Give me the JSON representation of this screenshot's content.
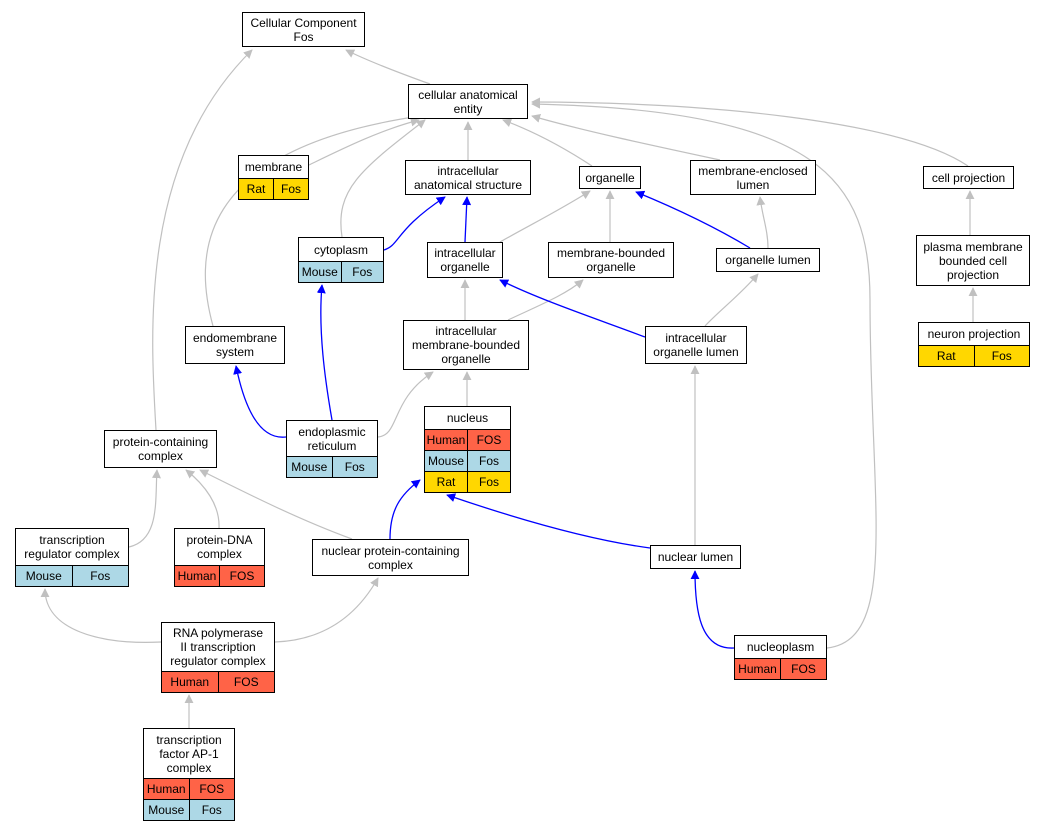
{
  "colors": {
    "is_a_edge": "#c0c0c0",
    "part_of_edge": "#0000ff",
    "human": "#ff6347",
    "mouse": "#add8e6",
    "rat": "#ffd700"
  },
  "nodes": [
    {
      "id": "cc-fos",
      "lines": [
        "Cellular Component",
        "Fos"
      ]
    },
    {
      "id": "cellular-anatomical-entity",
      "lines": [
        "cellular anatomical",
        "entity"
      ]
    },
    {
      "id": "membrane",
      "lines": [
        "membrane"
      ],
      "annotations": [
        [
          "Rat",
          "Fos"
        ]
      ]
    },
    {
      "id": "intracellular-anatomical-structure",
      "lines": [
        "intracellular",
        "anatomical structure"
      ]
    },
    {
      "id": "organelle",
      "lines": [
        "organelle"
      ]
    },
    {
      "id": "membrane-enclosed-lumen",
      "lines": [
        "membrane-enclosed",
        "lumen"
      ]
    },
    {
      "id": "cell-projection",
      "lines": [
        "cell projection"
      ]
    },
    {
      "id": "cytoplasm",
      "lines": [
        "cytoplasm"
      ],
      "annotations": [
        [
          "Mouse",
          "Fos"
        ]
      ]
    },
    {
      "id": "intracellular-organelle",
      "lines": [
        "intracellular",
        "organelle"
      ]
    },
    {
      "id": "membrane-bounded-organelle",
      "lines": [
        "membrane-bounded",
        "organelle"
      ]
    },
    {
      "id": "organelle-lumen",
      "lines": [
        "organelle lumen"
      ]
    },
    {
      "id": "plasma-membrane-bounded-cell-projection",
      "lines": [
        "plasma membrane",
        "bounded cell",
        "projection"
      ]
    },
    {
      "id": "endomembrane-system",
      "lines": [
        "endomembrane",
        "system"
      ]
    },
    {
      "id": "intracellular-membrane-bounded-organelle",
      "lines": [
        "intracellular",
        "membrane-bounded",
        "organelle"
      ]
    },
    {
      "id": "intracellular-organelle-lumen",
      "lines": [
        "intracellular",
        "organelle lumen"
      ]
    },
    {
      "id": "neuron-projection",
      "lines": [
        "neuron projection"
      ],
      "annotations": [
        [
          "Rat",
          "Fos"
        ]
      ]
    },
    {
      "id": "nucleus",
      "lines": [
        "nucleus"
      ],
      "annotations": [
        [
          "Human",
          "FOS"
        ],
        [
          "Mouse",
          "Fos"
        ],
        [
          "Rat",
          "Fos"
        ]
      ]
    },
    {
      "id": "endoplasmic-reticulum",
      "lines": [
        "endoplasmic",
        "reticulum"
      ],
      "annotations": [
        [
          "Mouse",
          "Fos"
        ]
      ]
    },
    {
      "id": "protein-containing-complex",
      "lines": [
        "protein-containing",
        "complex"
      ]
    },
    {
      "id": "transcription-regulator-complex",
      "lines": [
        "transcription",
        "regulator complex"
      ],
      "annotations": [
        [
          "Mouse",
          "Fos"
        ]
      ]
    },
    {
      "id": "protein-dna-complex",
      "lines": [
        "protein-DNA",
        "complex"
      ],
      "annotations": [
        [
          "Human",
          "FOS"
        ]
      ]
    },
    {
      "id": "nuclear-protein-containing-complex",
      "lines": [
        "nuclear protein-containing",
        "complex"
      ]
    },
    {
      "id": "nuclear-lumen",
      "lines": [
        "nuclear lumen"
      ]
    },
    {
      "id": "rna-polymerase-ii-transcription-regulator-complex",
      "lines": [
        "RNA polymerase",
        "II transcription",
        "regulator complex"
      ],
      "annotations": [
        [
          "Human",
          "FOS"
        ]
      ]
    },
    {
      "id": "nucleoplasm",
      "lines": [
        "nucleoplasm"
      ],
      "annotations": [
        [
          "Human",
          "FOS"
        ]
      ]
    },
    {
      "id": "transcription-factor-ap-1-complex",
      "lines": [
        "transcription",
        "factor AP-1",
        "complex"
      ],
      "annotations": [
        [
          "Human",
          "FOS"
        ],
        [
          "Mouse",
          "Fos"
        ]
      ]
    }
  ],
  "edges": [
    {
      "from": "cellular-anatomical-entity",
      "to": "cc-fos",
      "type": "is_a"
    },
    {
      "from": "protein-containing-complex",
      "to": "cc-fos",
      "type": "is_a"
    },
    {
      "from": "membrane",
      "to": "cellular-anatomical-entity",
      "type": "is_a"
    },
    {
      "from": "intracellular-anatomical-structure",
      "to": "cellular-anatomical-entity",
      "type": "is_a"
    },
    {
      "from": "organelle",
      "to": "cellular-anatomical-entity",
      "type": "is_a"
    },
    {
      "from": "membrane-enclosed-lumen",
      "to": "cellular-anatomical-entity",
      "type": "is_a"
    },
    {
      "from": "cell-projection",
      "to": "cellular-anatomical-entity",
      "type": "is_a"
    },
    {
      "from": "cytoplasm",
      "to": "cellular-anatomical-entity",
      "type": "is_a"
    },
    {
      "from": "endomembrane-system",
      "to": "cellular-anatomical-entity",
      "type": "is_a"
    },
    {
      "from": "nucleoplasm",
      "to": "cellular-anatomical-entity",
      "type": "is_a"
    },
    {
      "from": "cytoplasm",
      "to": "intracellular-anatomical-structure",
      "type": "part_of"
    },
    {
      "from": "intracellular-organelle",
      "to": "intracellular-anatomical-structure",
      "type": "part_of"
    },
    {
      "from": "intracellular-organelle",
      "to": "organelle",
      "type": "is_a"
    },
    {
      "from": "membrane-bounded-organelle",
      "to": "organelle",
      "type": "is_a"
    },
    {
      "from": "organelle-lumen",
      "to": "organelle",
      "type": "part_of"
    },
    {
      "from": "organelle-lumen",
      "to": "membrane-enclosed-lumen",
      "type": "is_a"
    },
    {
      "from": "plasma-membrane-bounded-cell-projection",
      "to": "cell-projection",
      "type": "is_a"
    },
    {
      "from": "neuron-projection",
      "to": "plasma-membrane-bounded-cell-projection",
      "type": "is_a"
    },
    {
      "from": "intracellular-membrane-bounded-organelle",
      "to": "intracellular-organelle",
      "type": "is_a"
    },
    {
      "from": "intracellular-membrane-bounded-organelle",
      "to": "membrane-bounded-organelle",
      "type": "is_a"
    },
    {
      "from": "intracellular-organelle-lumen",
      "to": "intracellular-organelle",
      "type": "part_of"
    },
    {
      "from": "intracellular-organelle-lumen",
      "to": "organelle-lumen",
      "type": "is_a"
    },
    {
      "from": "endoplasmic-reticulum",
      "to": "cytoplasm",
      "type": "part_of"
    },
    {
      "from": "endoplasmic-reticulum",
      "to": "endomembrane-system",
      "type": "part_of"
    },
    {
      "from": "endoplasmic-reticulum",
      "to": "intracellular-membrane-bounded-organelle",
      "type": "is_a"
    },
    {
      "from": "nucleus",
      "to": "intracellular-membrane-bounded-organelle",
      "type": "is_a"
    },
    {
      "from": "nuclear-lumen",
      "to": "intracellular-organelle-lumen",
      "type": "is_a"
    },
    {
      "from": "nuclear-protein-containing-complex",
      "to": "nucleus",
      "type": "part_of"
    },
    {
      "from": "nuclear-lumen",
      "to": "nucleus",
      "type": "part_of"
    },
    {
      "from": "transcription-regulator-complex",
      "to": "protein-containing-complex",
      "type": "is_a"
    },
    {
      "from": "protein-dna-complex",
      "to": "protein-containing-complex",
      "type": "is_a"
    },
    {
      "from": "nuclear-protein-containing-complex",
      "to": "protein-containing-complex",
      "type": "is_a"
    },
    {
      "from": "rna-polymerase-ii-transcription-regulator-complex",
      "to": "transcription-regulator-complex",
      "type": "is_a"
    },
    {
      "from": "rna-polymerase-ii-transcription-regulator-complex",
      "to": "nuclear-protein-containing-complex",
      "type": "is_a"
    },
    {
      "from": "nucleoplasm",
      "to": "nuclear-lumen",
      "type": "part_of"
    },
    {
      "from": "transcription-factor-ap-1-complex",
      "to": "rna-polymerase-ii-transcription-regulator-complex",
      "type": "is_a"
    }
  ]
}
